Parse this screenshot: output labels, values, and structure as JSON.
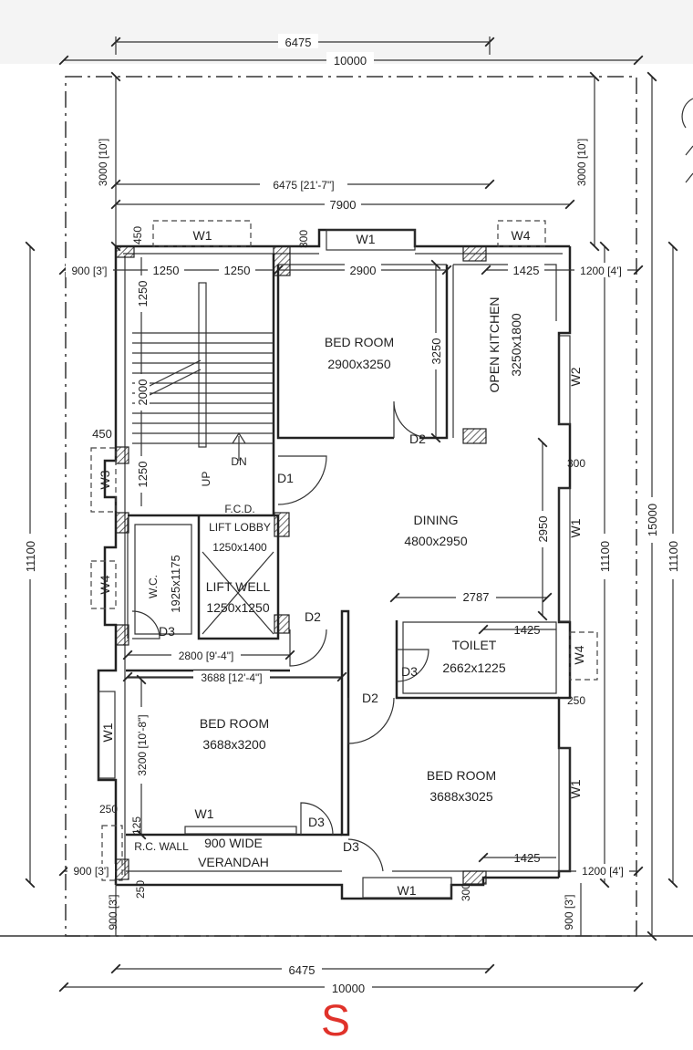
{
  "dimensions": {
    "top_6475": "6475",
    "top_10000": "10000",
    "inner_6475": "6475 [21'-7\"]",
    "inner_7900": "7900",
    "left_3000": "3000 [10']",
    "right_3000": "3000 [10']",
    "left_900": "900 [3']",
    "right_1200": "1200 [4']",
    "stair_1250a": "1250",
    "stair_1250b": "1250",
    "bed_2900": "2900",
    "kit_1425": "1425",
    "v_450": "450",
    "v_300": "300",
    "stair_v_1250": "1250",
    "stair_v_2000": "2000",
    "bed_v_3250": "3250",
    "h_450": "450",
    "stair_v_1250b": "1250",
    "right_300": "300",
    "dining_v_2950": "2950",
    "wc_v": "1925x1175",
    "dim_2787": "2787",
    "toilet_1425": "1425",
    "dim_2800": "2800 [9'-4\"]",
    "dim_3688": "3688 [12'-4\"]",
    "bed_v_3200": "3200 [10'-8\"]",
    "v_250a": "250",
    "v_250b": "250",
    "v_250c": "250",
    "v_125": "125",
    "left_11100": "11100",
    "right_11100": "11100",
    "right_15000": "15000",
    "far_11100": "11100",
    "bot_1425": "1425",
    "bot_left_900": "900 [3']",
    "bot_right_1200": "1200 [4']",
    "bot_v_900a": "900 [3']",
    "bot_v_900b": "900 [3']",
    "bot_300": "300",
    "bottom_6475": "6475",
    "bottom_10000": "10000"
  },
  "rooms": {
    "bed1_name": "BED ROOM",
    "bed1_size": "2900x3250",
    "kitchen_name": "OPEN KITCHEN",
    "kitchen_size": "3250x1800",
    "dining_name": "DINING",
    "dining_size": "4800x2950",
    "lobby_name": "F.C.D.",
    "lobby_name2": "LIFT LOBBY",
    "lobby_size": "1250x1400",
    "liftwell_name": "LIFT WELL",
    "liftwell_size": "1250x1250",
    "wc_name": "W.C.",
    "toilet_name": "TOILET",
    "toilet_size": "2662x1225",
    "bed2_name": "BED ROOM",
    "bed2_size": "3688x3200",
    "bed3_name": "BED ROOM",
    "bed3_size": "3688x3025",
    "verandah_1": "900 WIDE",
    "verandah_2": "VERANDAH",
    "rcwall": "R.C. WALL"
  },
  "openings": {
    "w1_top_left": "W1",
    "w1_top_mid": "W1",
    "w4_top": "W4",
    "w2_right": "W2",
    "w1_right": "W1",
    "w4_right": "W4",
    "w1_right_low": "W1",
    "w3_left": "W3",
    "w4_left": "W4",
    "w1_left": "W1",
    "w1_bed2": "W1",
    "w1_bottom": "W1",
    "d1": "D1",
    "d2_bed1": "D2",
    "d2_lobby": "D2",
    "d2_bed3": "D2",
    "d3_wc": "D3",
    "d3_toilet": "D3",
    "d3_bed2": "D3",
    "d3_verandah": "D3"
  },
  "stair": {
    "dn": "DN",
    "up": "UP"
  },
  "compass": "S"
}
